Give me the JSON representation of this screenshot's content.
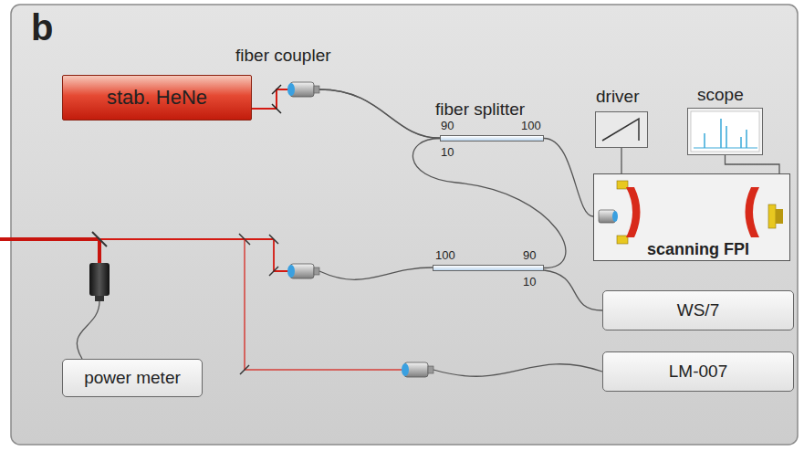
{
  "diagram": {
    "nodes": [
      {
        "text": [
          "stab. HeNe"
        ]
      },
      {
        "text": [
          "fiber splitter",
          "90",
          "100",
          "10"
        ]
      },
      {
        "text": [
          "driver"
        ]
      },
      {
        "text": [
          "scope"
        ]
      },
      {
        "text": [
          "scanning FPI"
        ]
      },
      {
        "text": [
          "100",
          "90",
          "10"
        ]
      },
      {
        "text": [
          "WS/7"
        ]
      },
      {
        "text": [
          "power meter"
        ]
      },
      {
        "text": [
          "LM-007"
        ]
      }
    ],
    "edges": [
      {
        "from": 0,
        "to": 1,
        "arrow": "none"
      },
      {
        "from": 1,
        "to": 4,
        "arrow": "none"
      },
      {
        "from": 5,
        "to": 1,
        "arrow": "none"
      },
      {
        "from": 5,
        "to": 6,
        "arrow": "none"
      },
      {
        "from": 2,
        "to": 4,
        "arrow": "none"
      },
      {
        "from": 4,
        "to": 3,
        "arrow": "none"
      }
    ],
    "labels": [
      "b",
      "fiber coupler"
    ]
  }
}
